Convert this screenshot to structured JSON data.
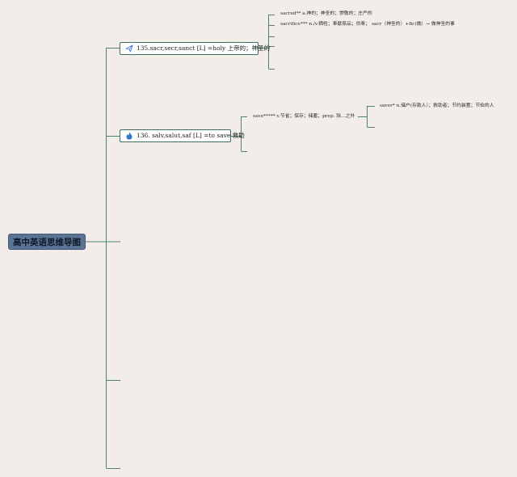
{
  "root": {
    "label": "高中英语思维导图"
  },
  "branches": [
    {
      "label": "135.sacr,secr,sanct [L] =holy 上帝的；神圣的",
      "icon": "paper-plane-icon",
      "children": [
        "sacred** a.神的；神圣的；崇敬的；庄严的",
        "sacrifice*** n./v.牺牲；奉献祭品；供奉； sacr（神圣的）+fic(做）→ 做神圣的事"
      ]
    },
    {
      "label": "136. salv,salut,saf [L] =to save 救助",
      "icon": "fire-icon",
      "children": [
        "save***** v.节省；保存；储蓄；prep. 除...之外"
      ],
      "grandchildren": [
        "saver* n.储户(存款人）；救助者；节约装置；节俭的人"
      ]
    }
  ],
  "colors": {
    "connector": "#4d8272",
    "icon": "#3d7bd9",
    "fire": "#2f79c7"
  }
}
